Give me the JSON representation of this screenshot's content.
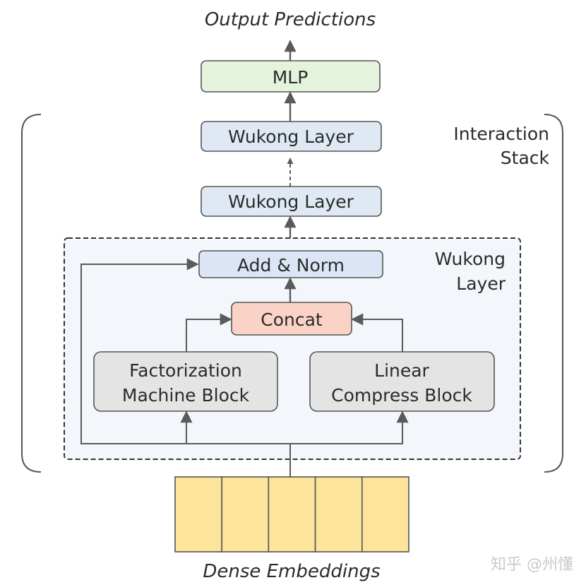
{
  "title": "Output Predictions",
  "input_label": "Dense Embeddings",
  "mlp": {
    "label": "MLP",
    "color": "#e5f3dc"
  },
  "interaction_stack": {
    "label_line1": "Interaction",
    "label_line2": "Stack",
    "layers": [
      {
        "label": "Wukong Layer"
      },
      {
        "label": "Wukong Layer"
      }
    ],
    "layer_color": "#dfe9f3"
  },
  "wukong_layer": {
    "label_line1": "Wukong",
    "label_line2": "Layer",
    "add_norm": {
      "label": "Add & Norm",
      "color": "#dbe5f5"
    },
    "concat": {
      "label": "Concat",
      "color": "#fad3c6"
    },
    "fm_block": {
      "line1": "Factorization",
      "line2": "Machine Block"
    },
    "lcb_block": {
      "line1": "Linear",
      "line2": "Compress Block"
    },
    "block_color": "#e4e4e4",
    "container_color": "#f3f7fb"
  },
  "embedding_cell_count": 5,
  "embedding_color": "#fde49a",
  "watermark": "知乎 @州懂"
}
